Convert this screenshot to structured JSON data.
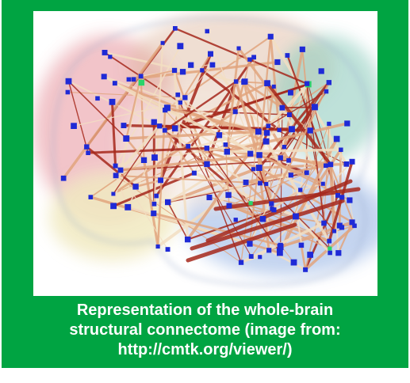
{
  "figure": {
    "caption_lines": [
      "Representation of the whole-brain",
      "structural connectome (image from:",
      "http://cmtk.org/viewer/)"
    ]
  },
  "colors": {
    "frame": "#00a442",
    "caption_text": "#ffffff",
    "panel": "#ffffff",
    "node": "#1f2ad6",
    "node_highlight": "#2bd46a",
    "edge_light": "#f3dfc3",
    "edge_mid": "#e2a57e",
    "edge_dark": "#a6281c",
    "region_frontal": "#e27f8a",
    "region_parietal": "#a7c9b3",
    "region_occipital": "#7fc4b4",
    "region_temporal": "#9db8e6",
    "region_ventral": "#efe6b6"
  }
}
